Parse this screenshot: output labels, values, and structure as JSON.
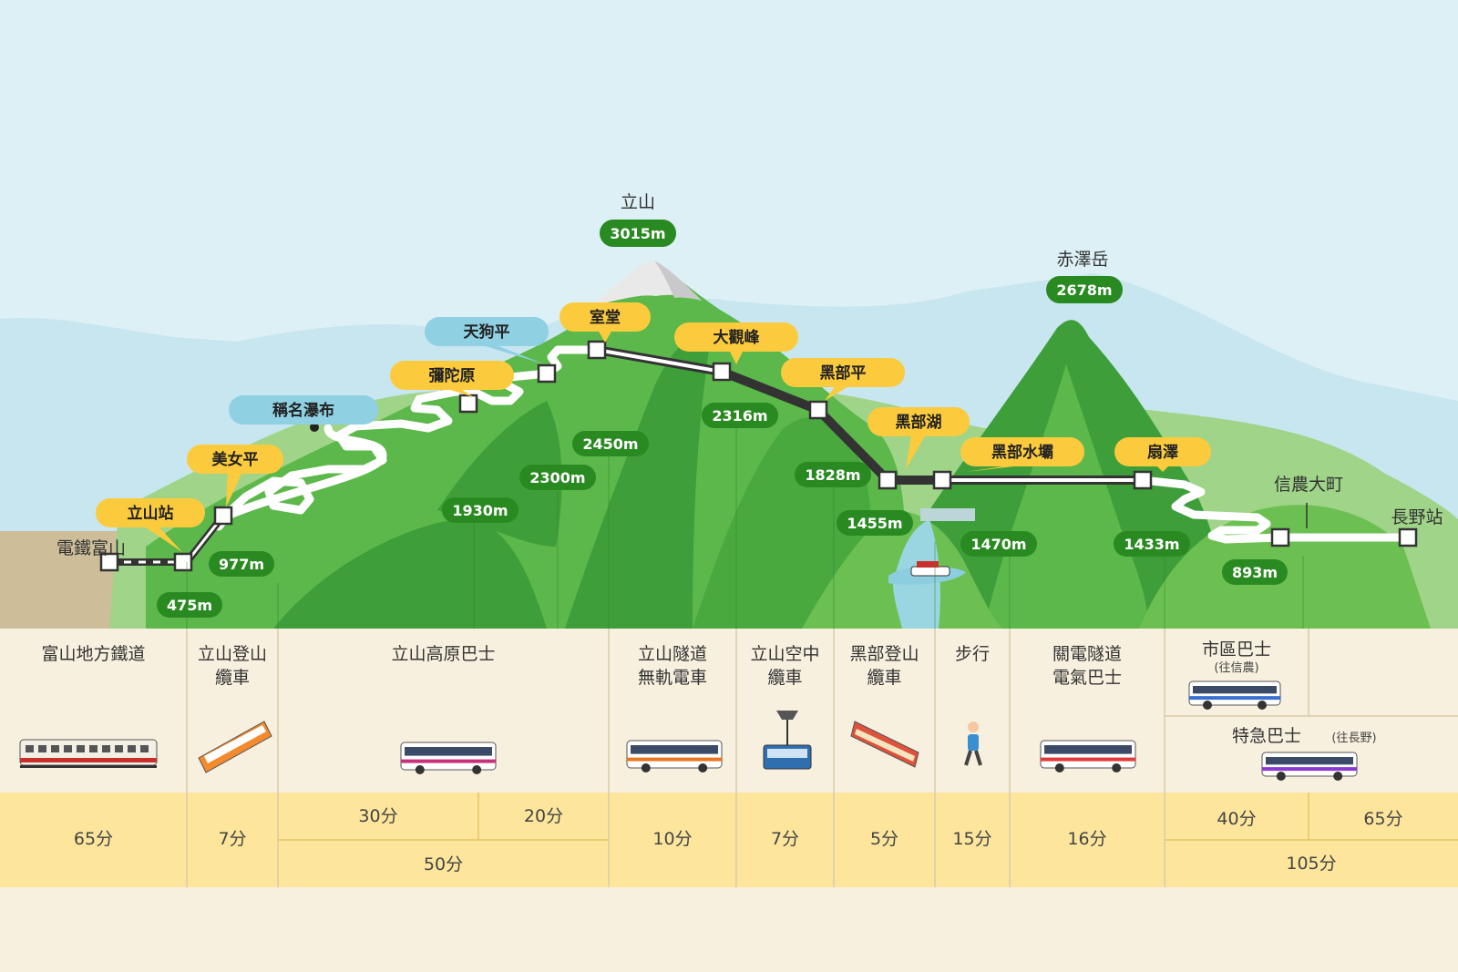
{
  "peaks": [
    {
      "name": "立山",
      "elevation": "3015m"
    },
    {
      "name": "赤澤岳",
      "elevation": "2678m"
    }
  ],
  "stations": [
    {
      "id": "dentetsu-toyama",
      "name": "電鐵富山",
      "style": "plain"
    },
    {
      "id": "tateyama",
      "name": "立山站",
      "style": "yellow",
      "elevation": "475m"
    },
    {
      "id": "bijodaira",
      "name": "美女平",
      "style": "yellow",
      "elevation": "977m"
    },
    {
      "id": "shomyo-falls",
      "name": "稱名瀑布",
      "style": "blue"
    },
    {
      "id": "midagahara",
      "name": "彌陀原",
      "style": "yellow",
      "elevation": "1930m"
    },
    {
      "id": "tengudaira",
      "name": "天狗平",
      "style": "blue",
      "elevation": "2300m"
    },
    {
      "id": "murodo",
      "name": "室堂",
      "style": "yellow",
      "elevation": "2450m"
    },
    {
      "id": "daikanbo",
      "name": "大觀峰",
      "style": "yellow",
      "elevation": "2316m"
    },
    {
      "id": "kurobedaira",
      "name": "黑部平",
      "style": "yellow",
      "elevation": "1828m"
    },
    {
      "id": "kurobeko",
      "name": "黑部湖",
      "style": "yellow",
      "elevation": "1455m"
    },
    {
      "id": "kurobe-dam",
      "name": "黑部水壩",
      "style": "yellow",
      "elevation": "1470m"
    },
    {
      "id": "ogizawa",
      "name": "扇澤",
      "style": "yellow",
      "elevation": "1433m"
    },
    {
      "id": "shinano-omachi",
      "name": "信農大町",
      "style": "plain",
      "elevation": "893m"
    },
    {
      "id": "nagano",
      "name": "長野站",
      "style": "plain"
    }
  ],
  "transport": [
    {
      "lines": [
        "富山地方鐵道"
      ],
      "vehicle": "train-icon",
      "time": "65分"
    },
    {
      "lines": [
        "立山登山",
        "纜車"
      ],
      "vehicle": "cable-car-icon",
      "time": "7分"
    },
    {
      "lines": [
        "立山高原巴士"
      ],
      "vehicle": "highland-bus-icon",
      "time_parts": [
        "30分",
        "20分"
      ],
      "time": "50分"
    },
    {
      "lines": [
        "立山隧道",
        "無軌電車"
      ],
      "vehicle": "trolleybus-icon",
      "time": "10分"
    },
    {
      "lines": [
        "立山空中",
        "纜車"
      ],
      "vehicle": "ropeway-icon",
      "time": "7分"
    },
    {
      "lines": [
        "黑部登山",
        "纜車"
      ],
      "vehicle": "funicular-icon",
      "time": "5分"
    },
    {
      "lines": [
        "步行"
      ],
      "vehicle": "walker-icon",
      "time": "15分"
    },
    {
      "lines": [
        "關電隧道",
        "電氣巴士"
      ],
      "vehicle": "electric-bus-icon",
      "time": "16分"
    },
    {
      "lines": [
        "市區巴士"
      ],
      "sub": "(往信農)",
      "lines2": [
        "特急巴士"
      ],
      "sub2": "(往長野)",
      "vehicle": "city-bus-icon",
      "vehicle2": "express-bus-icon",
      "time_parts": [
        "40分",
        "65分"
      ],
      "time": "105分"
    }
  ],
  "colors": {
    "sky": "#dcf0f5",
    "mountain_dark": "#3e9e3a",
    "mountain_mid": "#5cb84a",
    "mountain_light": "#8fce77",
    "ground": "#cdbd99",
    "route": "#333333",
    "label_yellow": "#fccb3d",
    "label_blue": "#8fd0e3",
    "elevation_green": "#2a8a22",
    "table_bg": "#f8f0df",
    "time_bg": "#fde69c"
  }
}
